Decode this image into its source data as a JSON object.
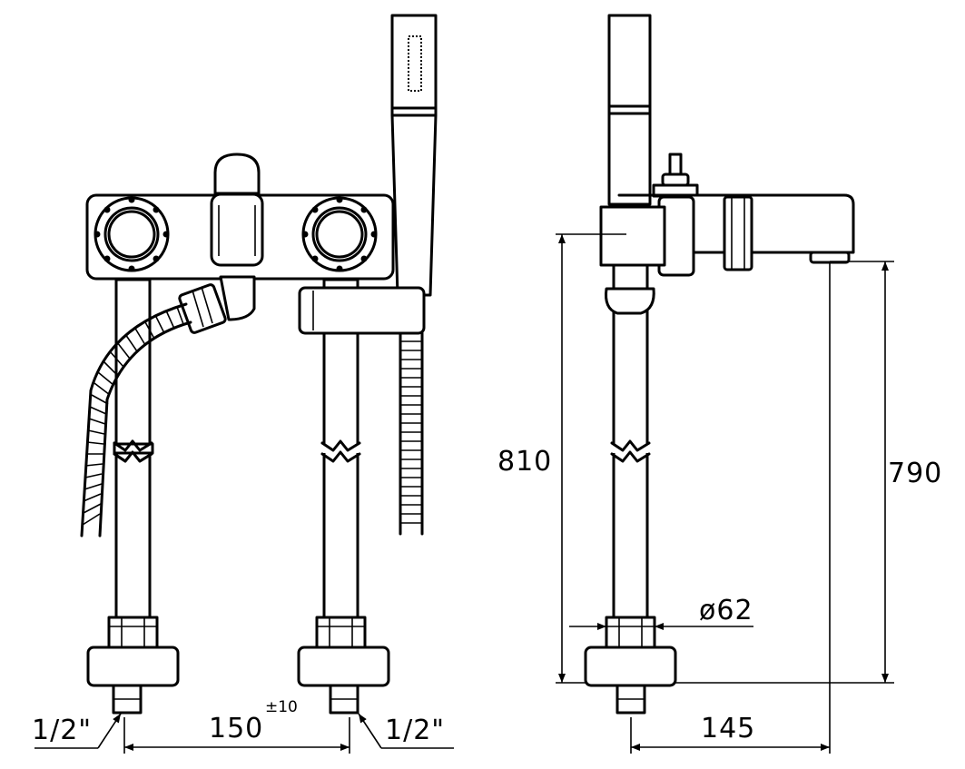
{
  "dimensions": {
    "thread_left": "1/2\"",
    "thread_right": "1/2\"",
    "center_distance": "150",
    "center_tolerance": "±10",
    "total_height": "810",
    "spout_height": "790",
    "base_diameter": "ø62",
    "spout_projection": "145"
  }
}
